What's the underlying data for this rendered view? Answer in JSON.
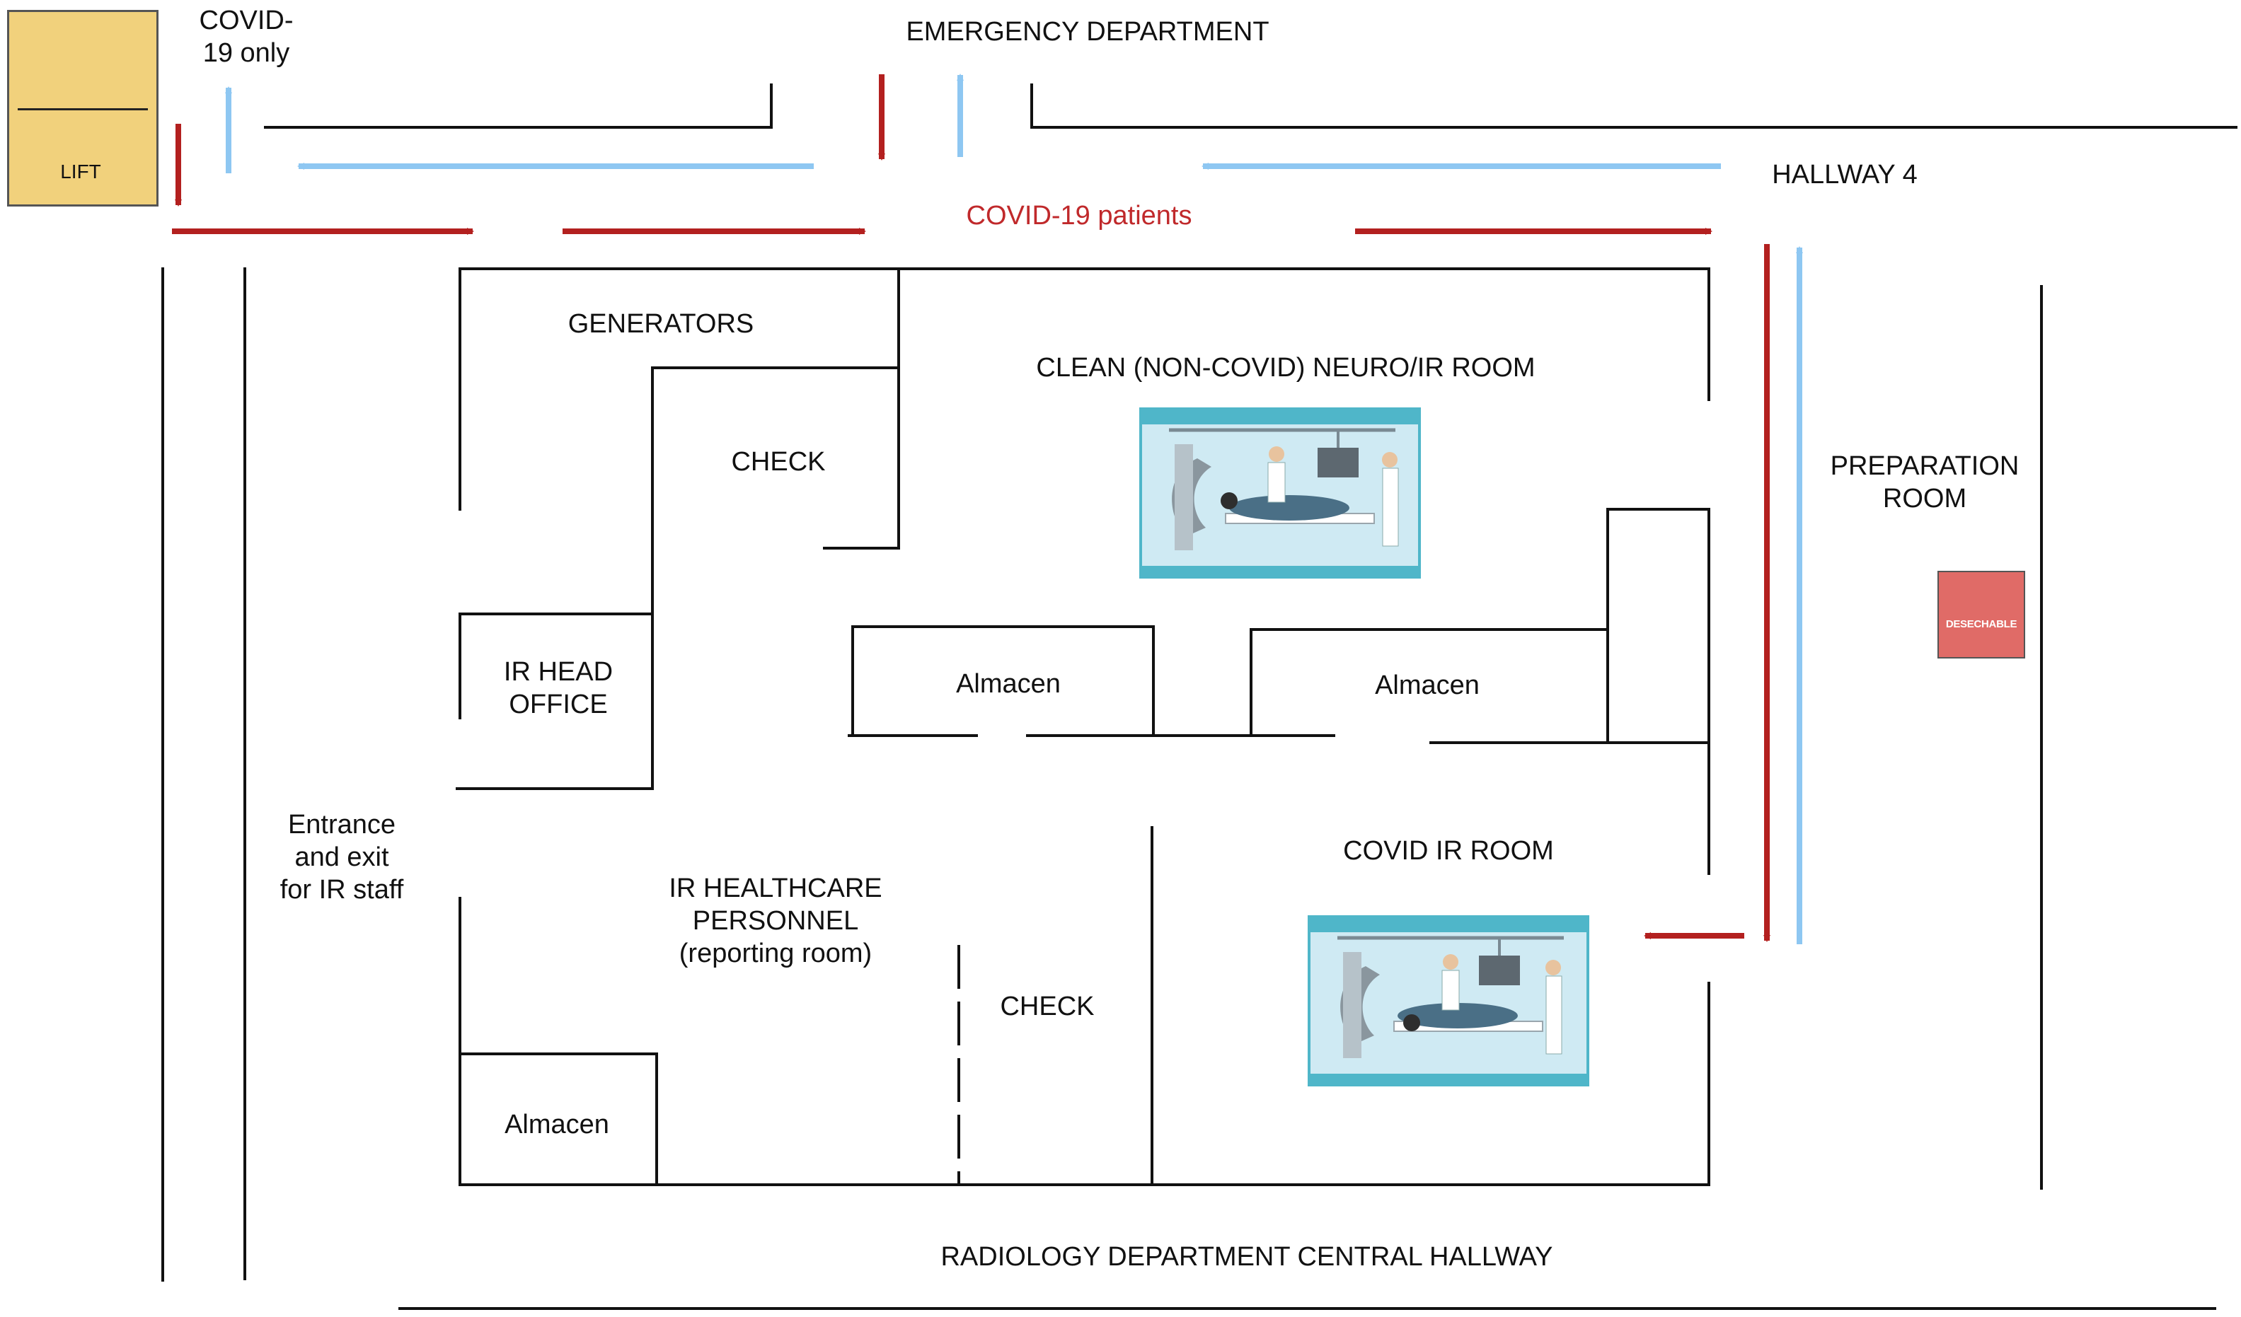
{
  "labels": {
    "emergency_department": "EMERGENCY DEPARTMENT",
    "covid_only": "COVID-\n19 only",
    "lift": "LIFT",
    "hallway_4": "HALLWAY 4",
    "covid_patients": "COVID-19 patients",
    "generators": "GENERATORS",
    "clean_room": "CLEAN (NON-COVID) NEURO/IR ROOM",
    "check_upper": "CHECK",
    "preparation_room": "PREPARATION\nROOM",
    "desechable": "DESECHABLE",
    "ir_head_office": "IR HEAD\nOFFICE",
    "almacen_center": "Almacen",
    "almacen_right": "Almacen",
    "almacen_bottom": "Almacen",
    "entrance_exit": "Entrance\nand exit\nfor IR staff",
    "ir_healthcare": "IR HEALTHCARE\nPERSONNEL\n(reporting room)",
    "check_lower": "CHECK",
    "covid_ir_room": "COVID IR ROOM",
    "central_hallway": "RADIOLOGY DEPARTMENT CENTRAL HALLWAY"
  },
  "colors": {
    "covid_flow": "#b3201f",
    "clean_flow": "#8ec7f2",
    "wall": "#111111",
    "lift_fill": "#f1d17c",
    "desechable_fill": "#e06b67",
    "scene_frame": "#4fb6c9",
    "scene_bg": "#cfeaf3"
  },
  "legend_semantics": {
    "red_arrows": "covid-patient-flow",
    "blue_arrows": "clean-flow"
  }
}
